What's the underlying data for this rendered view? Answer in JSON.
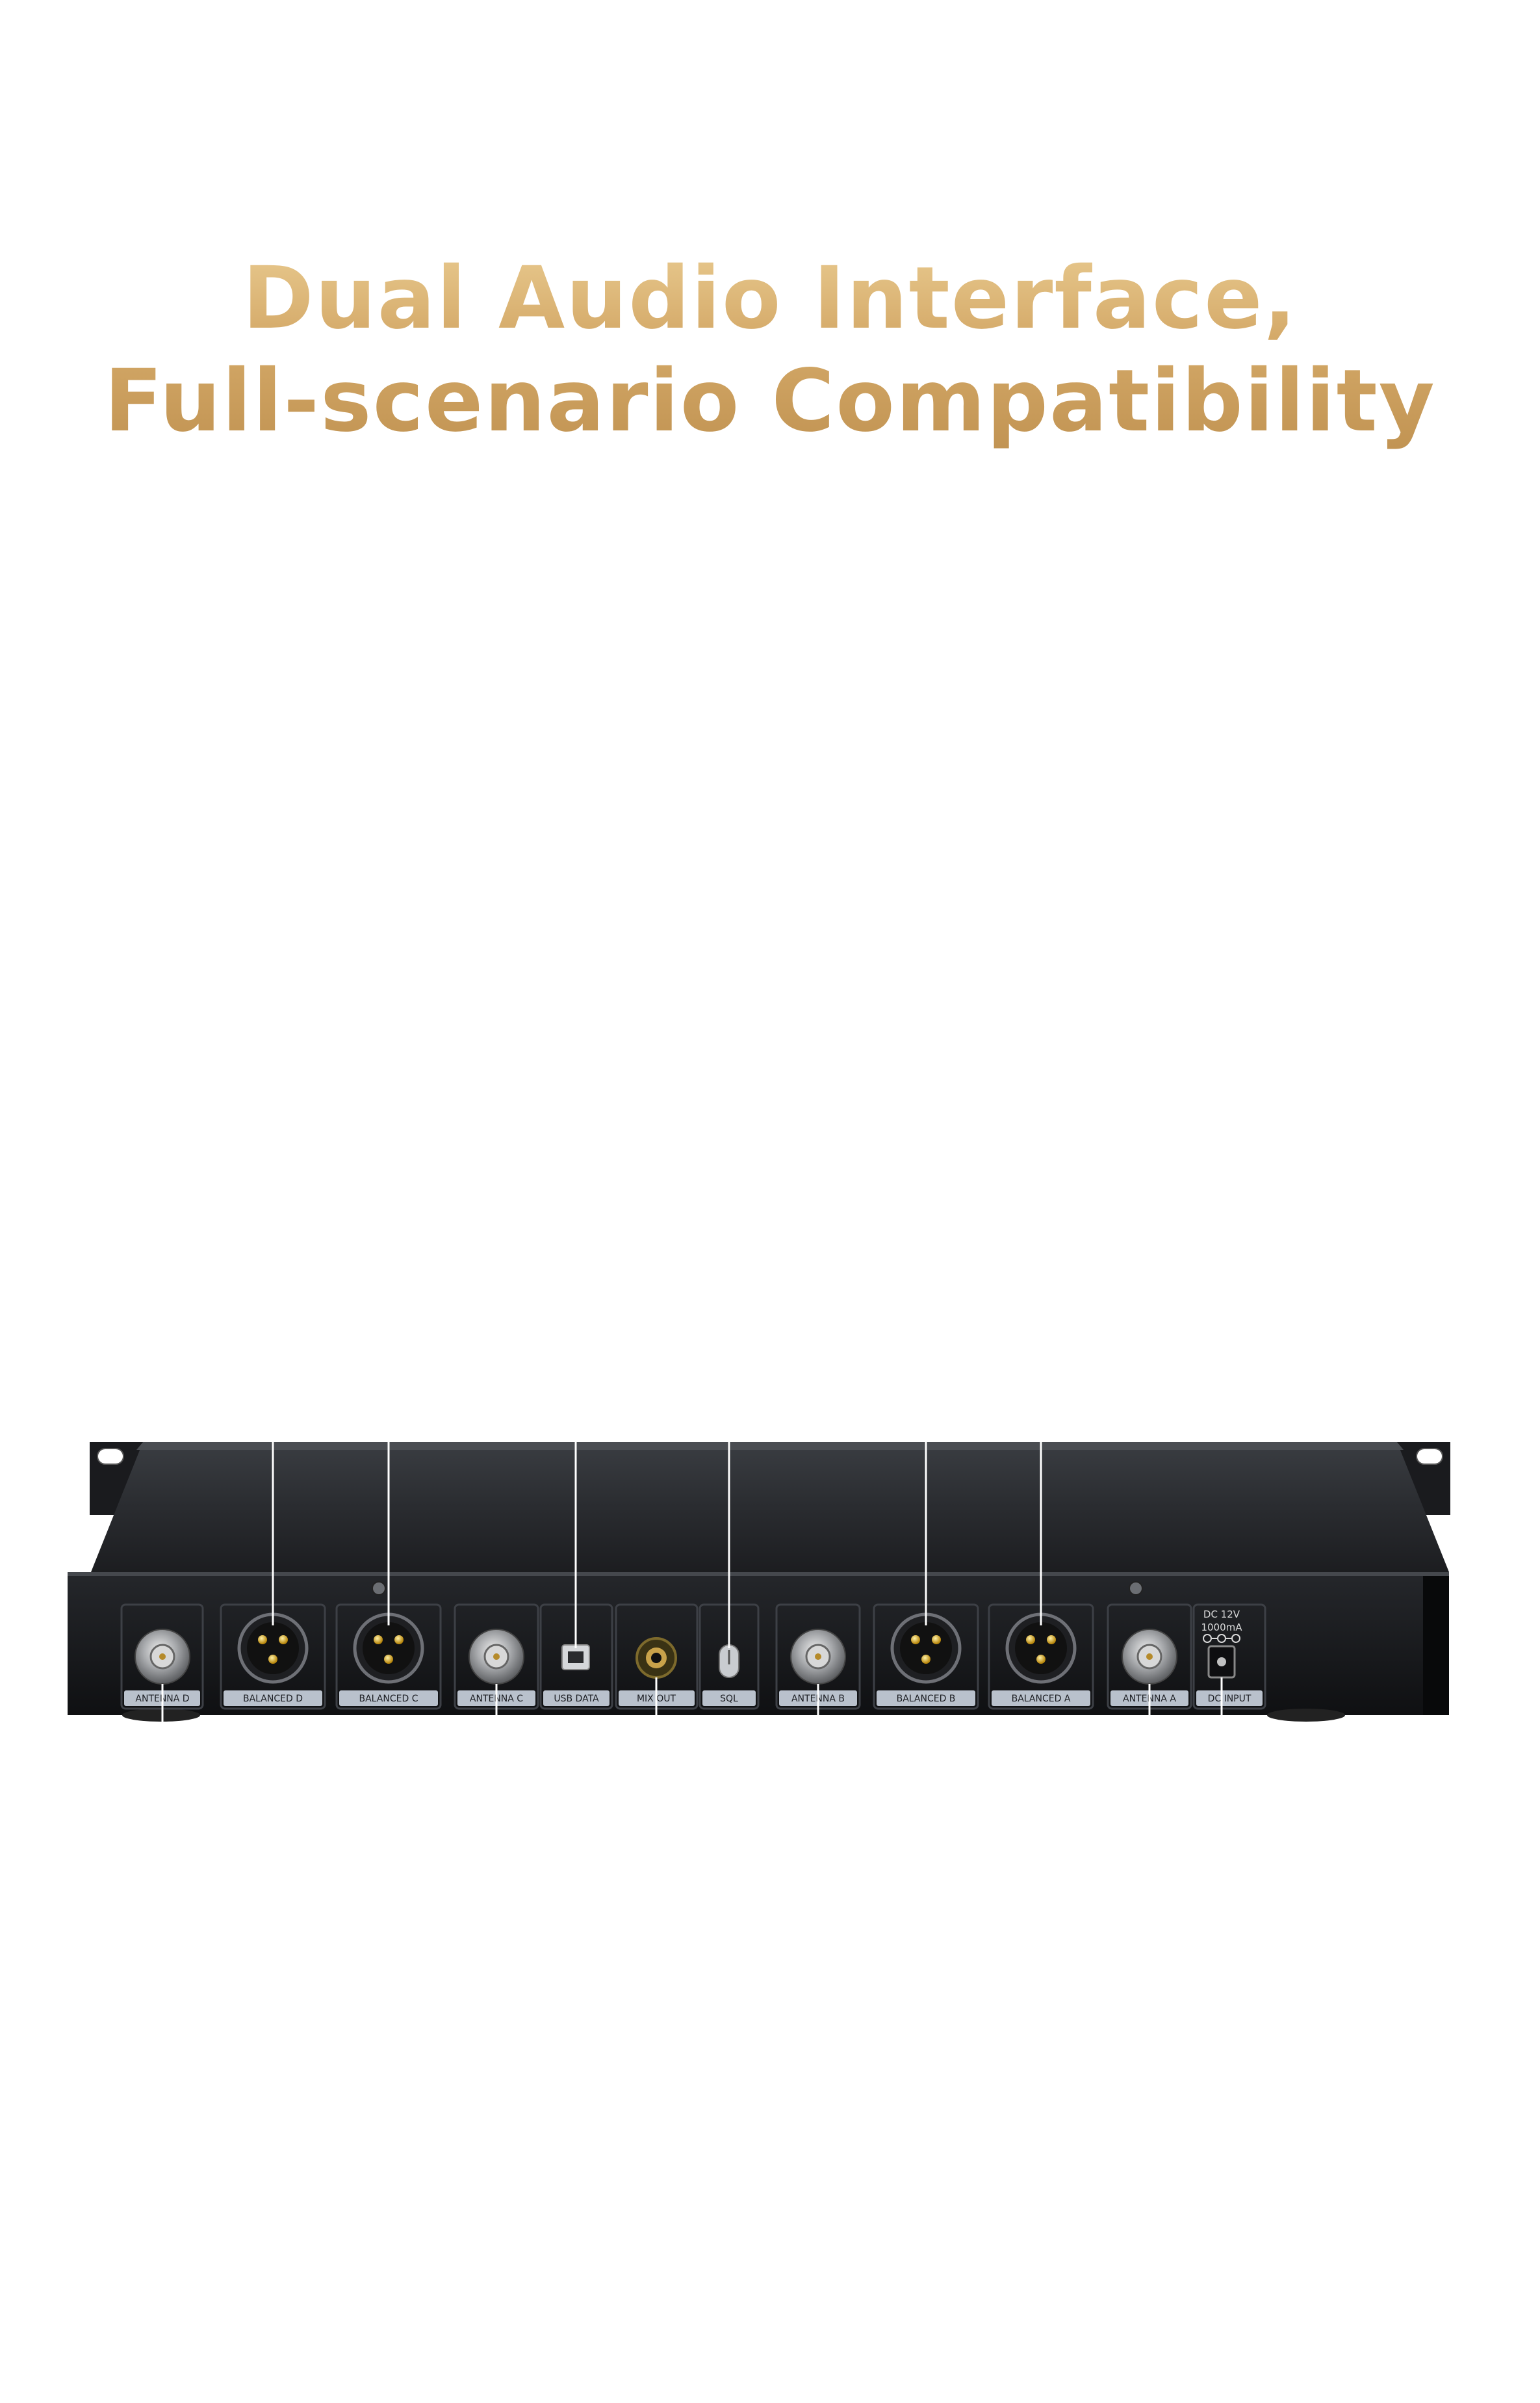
{
  "headline": {
    "line1": "Dual Audio Interface,",
    "line2": "Full-scenario Compatibility"
  },
  "device": {
    "ports": [
      {
        "label": "ANTENNA D",
        "kind": "bnc"
      },
      {
        "label": "BALANCED D",
        "kind": "xlr"
      },
      {
        "label": "BALANCED C",
        "kind": "xlr"
      },
      {
        "label": "ANTENNA C",
        "kind": "bnc"
      },
      {
        "label": "USB DATA",
        "kind": "usb"
      },
      {
        "label": "MIX OUT",
        "kind": "jack"
      },
      {
        "label": "SQL",
        "kind": "knob"
      },
      {
        "label": "ANTENNA B",
        "kind": "bnc"
      },
      {
        "label": "BALANCED B",
        "kind": "xlr"
      },
      {
        "label": "BALANCED A",
        "kind": "xlr"
      },
      {
        "label": "ANTENNA A",
        "kind": "bnc"
      },
      {
        "label": "DC INPUT",
        "kind": "dc"
      }
    ],
    "power_rating_line1": "DC 12V",
    "power_rating_line2": "1000mA"
  },
  "colors": {
    "gold": "#d4a968",
    "chassis": "#1c1d20",
    "label_strip": "#b9c1cc"
  }
}
